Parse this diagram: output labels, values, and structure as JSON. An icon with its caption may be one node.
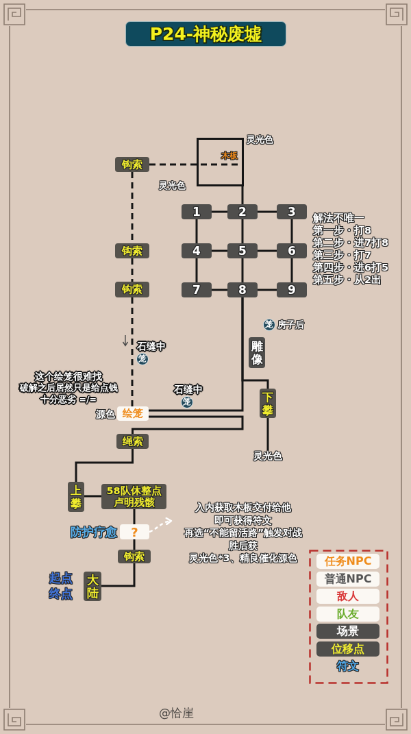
{
  "diagram": {
    "title": "P24-神秘废墟",
    "nodes": [
      {
        "text": [
          "木板"
        ],
        "beside": [
          "灵光色",
          "灵光色"
        ]
      },
      {
        "text": [
          "钩索"
        ]
      },
      {
        "text": [
          "1"
        ]
      },
      {
        "text": [
          "2"
        ]
      },
      {
        "text": [
          "3"
        ]
      },
      {
        "text": [
          "4"
        ]
      },
      {
        "text": [
          "5"
        ]
      },
      {
        "text": [
          "6"
        ]
      },
      {
        "text": [
          "7"
        ]
      },
      {
        "text": [
          "8"
        ]
      },
      {
        "text": [
          "9"
        ]
      },
      {
        "text": [
          "钩索"
        ]
      },
      {
        "text": [
          "钩索"
        ]
      },
      {
        "text": [
          "笼"
        ],
        "beside": [
          "房子后"
        ]
      },
      {
        "text": [
          "笼"
        ],
        "beside": [
          "石缝中"
        ]
      },
      {
        "text": [
          "雕像"
        ]
      },
      {
        "text": [
          "下攀"
        ]
      },
      {
        "text": [
          "笼"
        ],
        "beside": [
          "石缝中"
        ]
      },
      {
        "text": [
          "绘笼"
        ],
        "beside": [
          "源色"
        ]
      },
      {
        "text": [
          "绳索"
        ]
      },
      {
        "text": [
          "灵光色"
        ]
      },
      {
        "text": [
          "上攀"
        ]
      },
      {
        "text": [
          "58队休整点",
          "卢明残骸"
        ]
      },
      {
        "text": [
          "?"
        ],
        "beside": [
          "防护疗愈"
        ]
      },
      {
        "text": [
          "入内获取木板交付给他",
          "即可获得符文",
          "再选“不能留活路”触发对战",
          "胜后获",
          "灵光色*3、精良催化源色"
        ]
      },
      {
        "text": [
          "钩索"
        ]
      },
      {
        "text": [
          "大陆"
        ],
        "beside": [
          "起点",
          "终点"
        ]
      }
    ],
    "edges": [
      {
        "from": 1,
        "to": 0,
        "arrow": "none",
        "style": "dashed"
      },
      {
        "from": 0,
        "to": 3,
        "arrow": "none"
      },
      {
        "from": 2,
        "to": 3,
        "arrow": "none"
      },
      {
        "from": 3,
        "to": 4,
        "arrow": "none"
      },
      {
        "from": 2,
        "to": 5,
        "arrow": "none"
      },
      {
        "from": 3,
        "to": 6,
        "arrow": "none"
      },
      {
        "from": 4,
        "to": 7,
        "arrow": "none"
      },
      {
        "from": 5,
        "to": 6,
        "arrow": "none"
      },
      {
        "from": 6,
        "to": 7,
        "arrow": "none"
      },
      {
        "from": 5,
        "to": 8,
        "arrow": "none"
      },
      {
        "from": 6,
        "to": 9,
        "arrow": "none"
      },
      {
        "from": 7,
        "to": 10,
        "arrow": "none"
      },
      {
        "from": 8,
        "to": 9,
        "arrow": "none"
      },
      {
        "from": 9,
        "to": 10,
        "arrow": "none"
      },
      {
        "from": 1,
        "to": 11,
        "arrow": "none",
        "style": "dashed"
      },
      {
        "from": 11,
        "to": 12,
        "arrow": "none",
        "style": "dashed"
      },
      {
        "from": 12,
        "to": 18,
        "arrow": "none",
        "style": "dashed"
      },
      {
        "from": 9,
        "to": 18,
        "arrow": "none"
      },
      {
        "from": 9,
        "to": 16,
        "arrow": "none"
      },
      {
        "from": 16,
        "to": 20,
        "arrow": "none"
      },
      {
        "from": 18,
        "to": 19,
        "arrow": "none"
      },
      {
        "from": 19,
        "to": 21,
        "arrow": "none"
      },
      {
        "from": 21,
        "to": 22,
        "arrow": "none"
      },
      {
        "from": 22,
        "to": 23,
        "arrow": "none"
      },
      {
        "from": 23,
        "to": 24,
        "arrow": "to",
        "style": "dashed",
        "color": "#ffffff"
      },
      {
        "from": 23,
        "to": 25,
        "arrow": "none"
      },
      {
        "from": 25,
        "to": 26,
        "arrow": "none"
      }
    ],
    "labels": [
      "解法不唯一",
      "第一步・打8",
      "第二步・进7打8",
      "第三步・打7",
      "第四步・进6打5",
      "第五步・从2出",
      "这个绘笼很难找",
      "破解之后居然只是给点钱",
      "十分恶劣 =/=",
      "@恰崖"
    ],
    "legend": [
      {
        "text": "任务NPC",
        "color": "#ef8c1c"
      },
      {
        "text": "普通NPC",
        "color": "#555555"
      },
      {
        "text": "敌人",
        "color": "#d93a3a"
      },
      {
        "text": "队友",
        "color": "#6aac2c"
      },
      {
        "text": "场景",
        "color": "#4f4e4c"
      },
      {
        "text": "位移点",
        "color": "#4f4e4c"
      },
      {
        "text": "符文",
        "color": "#4fa8e8"
      }
    ]
  }
}
